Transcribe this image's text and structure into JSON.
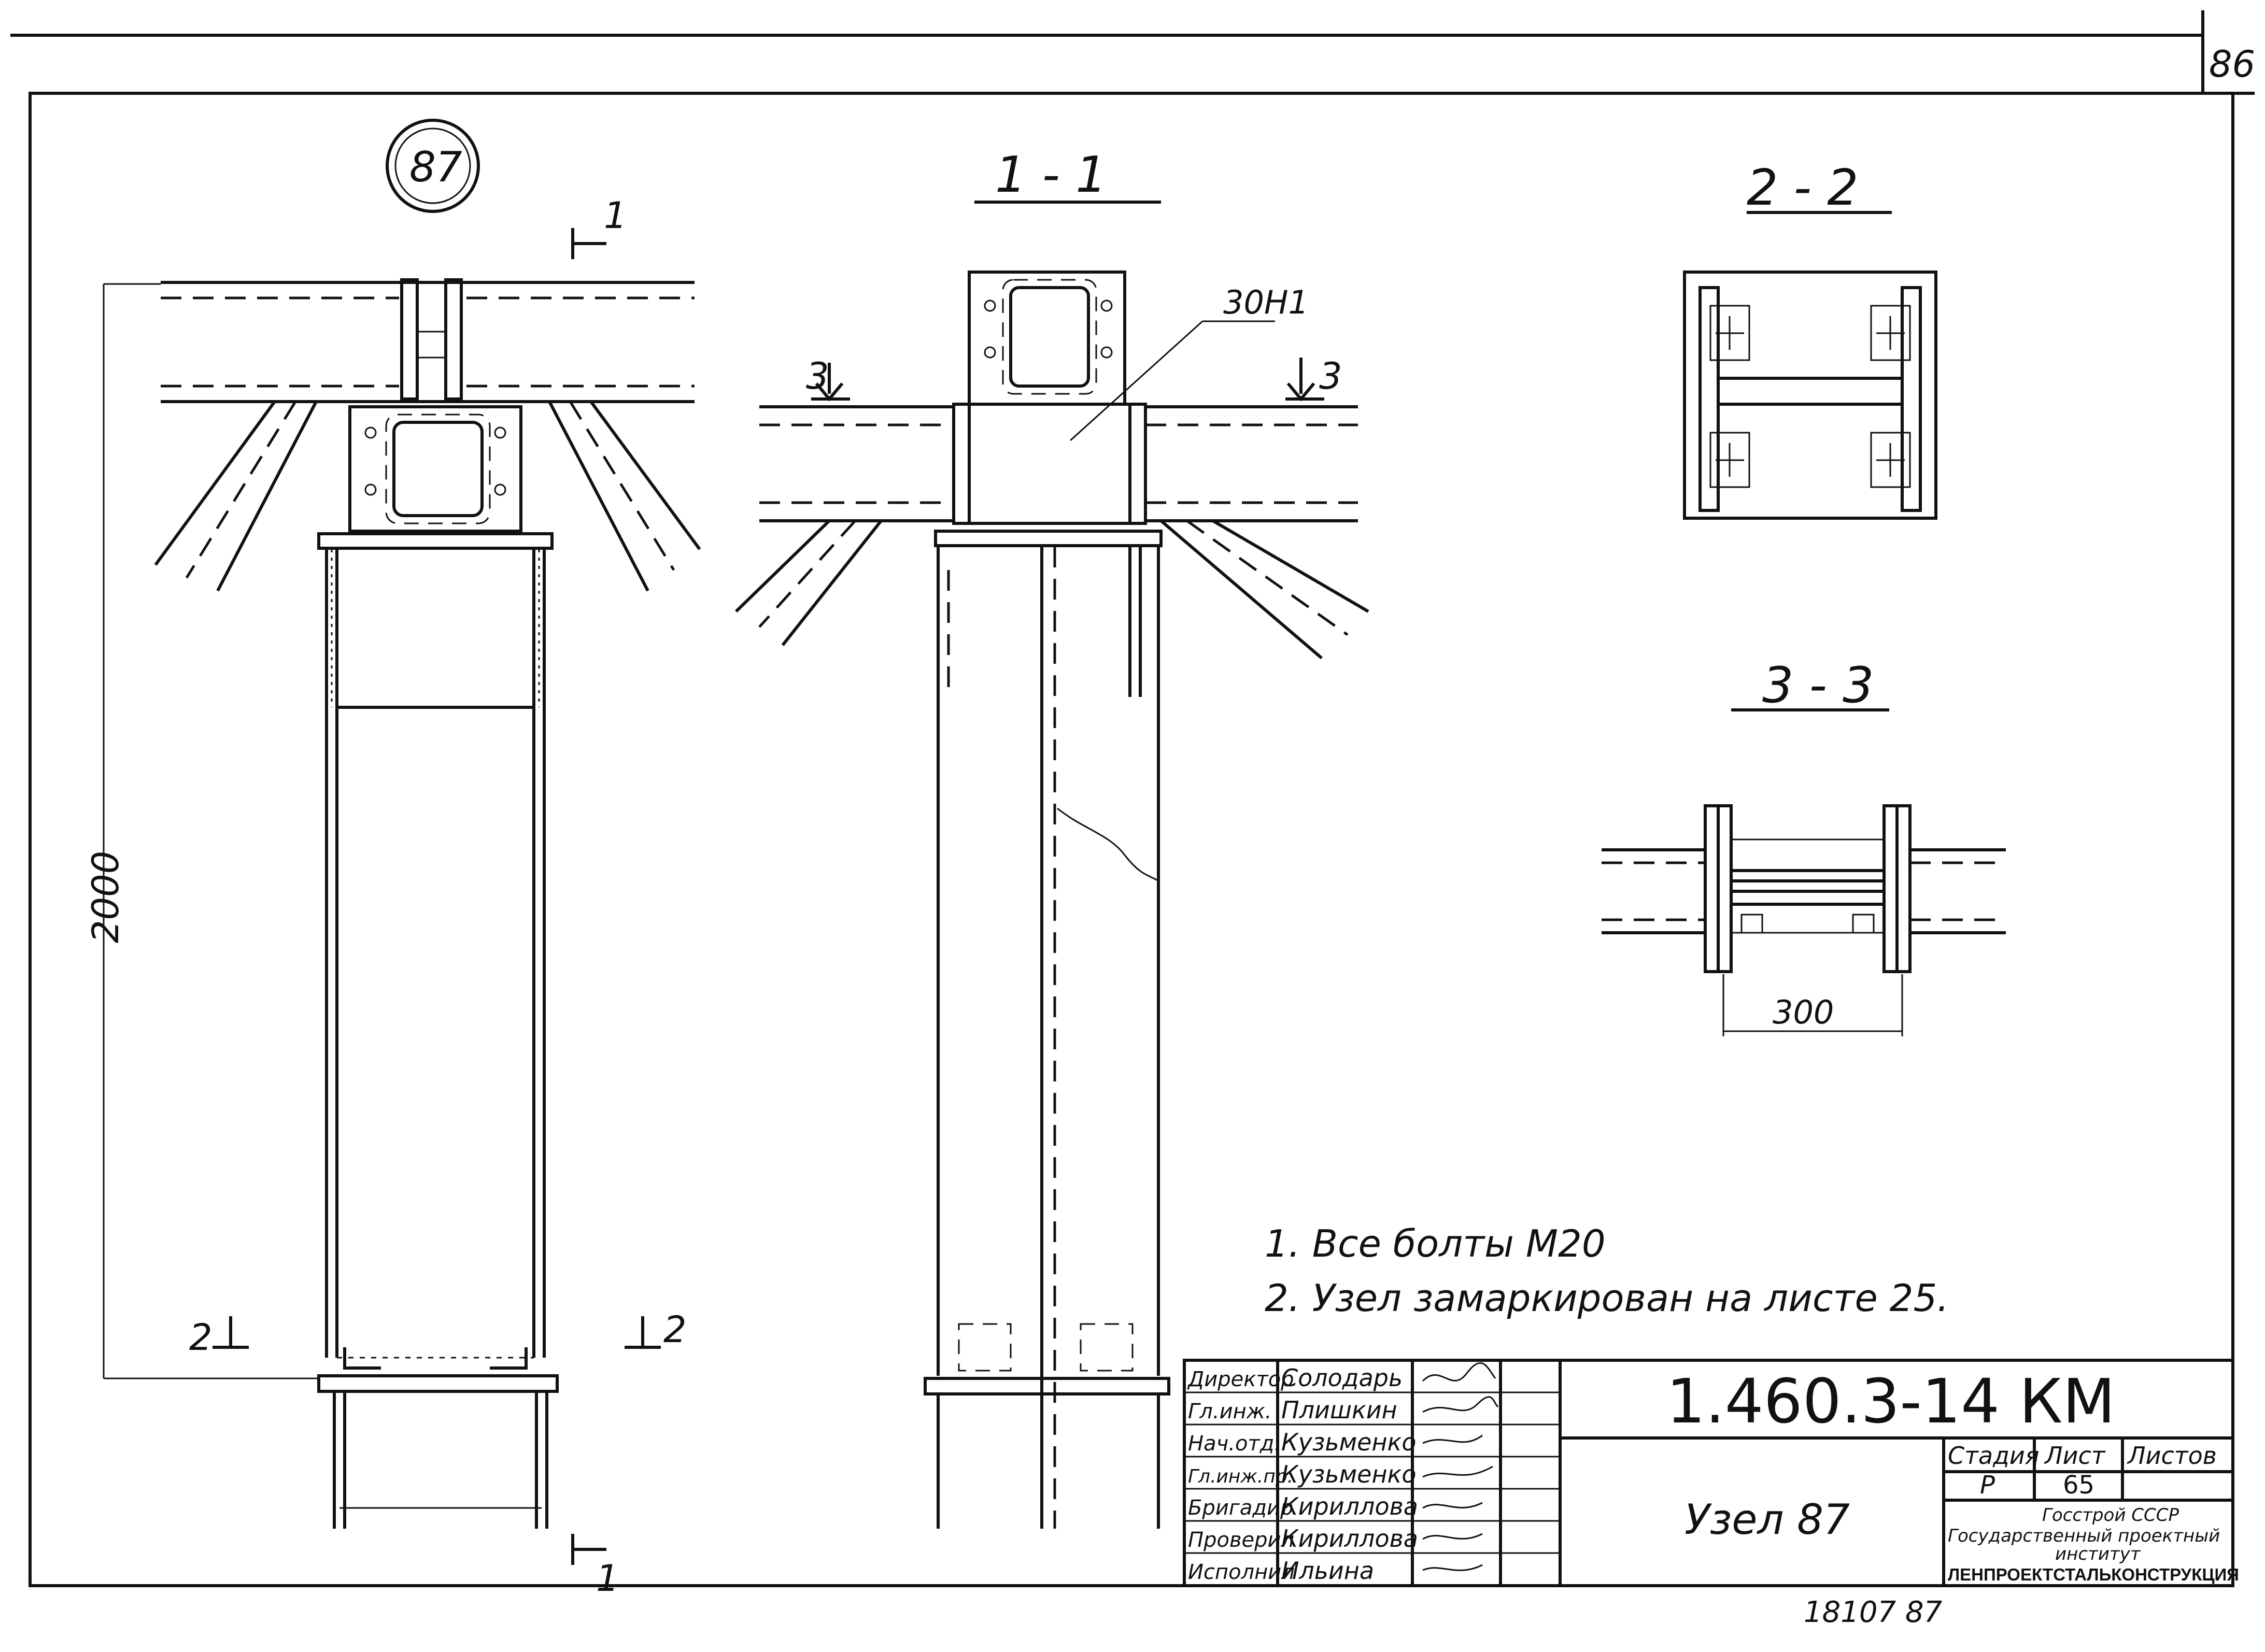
{
  "sheet_corner_number": "86",
  "node_badge": "87",
  "sections": {
    "s11": "1 - 1",
    "s22": "2 - 2",
    "s33": "3 - 3"
  },
  "cut_marks": {
    "top_1": "1",
    "bottom_1": "1",
    "left_2": "2",
    "right_2": "2",
    "left_3": "3",
    "right_3": "3"
  },
  "dimensions": {
    "height_2000": "2000",
    "width_300": "300"
  },
  "callout_30n1": "30Н1",
  "notes": [
    "1. Все болты М20",
    "2. Узел замаркирован на листе 25."
  ],
  "title_block": {
    "code": "1.460.3-14 КМ",
    "drawing_name": "Узел 87",
    "roles": [
      "Директор",
      "Гл.инж.",
      "Нач.отд.",
      "Гл.инж.пр.",
      "Бригадир",
      "Проверил",
      "Исполнил"
    ],
    "names": [
      "Солодарь",
      "Плишкин",
      "Кузьменко",
      "Кузьменко",
      "Кириллова",
      "Кириллова",
      "Ильина"
    ],
    "stage_header": "Стадия",
    "sheet_header": "Лист",
    "sheets_header": "Листов",
    "stage_value": "Р",
    "sheet_value": "65",
    "org_line1": "Госстрой СССР",
    "org_line2": "Государственный проектный",
    "org_line3": "институт",
    "org_line4": "ЛЕНПРОЕКТСТАЛЬКОНСТРУКЦИЯ"
  },
  "footer_numbers": "18107  87"
}
